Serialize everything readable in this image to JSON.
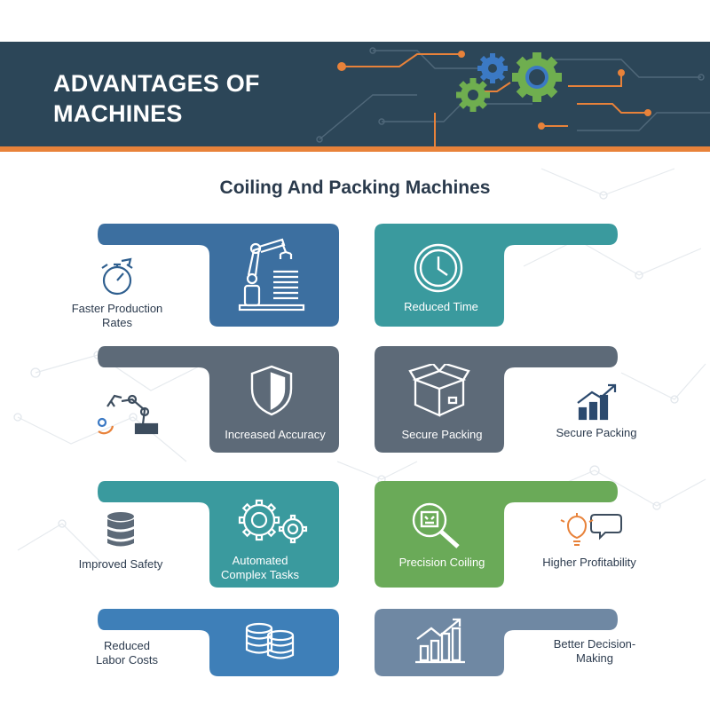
{
  "header": {
    "title": "ADVANTAGES OF MACHINES",
    "bg_color": "#2c4658",
    "stripe_color": "#e8823a"
  },
  "subtitle": "Coiling And Packing Machines",
  "cards": [
    {
      "label": "",
      "color": "#3c6fa0",
      "icon": "robot-arm-stacking-icon"
    },
    {
      "label": "Reduced Time",
      "color": "#3a9a9e",
      "icon": "clock-icon"
    },
    {
      "label": "Increased Accuracy",
      "color": "#5d6a78",
      "icon": "shield-icon"
    },
    {
      "label": "Secure Packing",
      "color": "#5d6a78",
      "icon": "open-box-icon"
    },
    {
      "label": "Automated Complex Tasks",
      "color": "#3a9a9e",
      "icon": "gears-icon"
    },
    {
      "label": "Precision Coiling",
      "color": "#6aaa58",
      "icon": "magnifier-icon"
    },
    {
      "label": "",
      "color": "#3e7fb8",
      "icon": "database-coins-icon"
    },
    {
      "label": "",
      "color": "#6f88a3",
      "icon": "growth-chart-icon"
    }
  ],
  "external_labels": {
    "faster_production": "Faster Production Rates",
    "robot_arm": "",
    "secure_packing": "Secure Packing",
    "improved_safety": "Improved Safety",
    "higher_profitability": "Higher Profitability",
    "reduced_labor": "Reduced Labor Costs",
    "better_decision": "Better Decision-Making"
  },
  "icon_names": [
    "stopwatch-icon",
    "robot-arm-icon",
    "bar-chart-up-icon",
    "database-icon",
    "lightbulb-chat-icon"
  ]
}
